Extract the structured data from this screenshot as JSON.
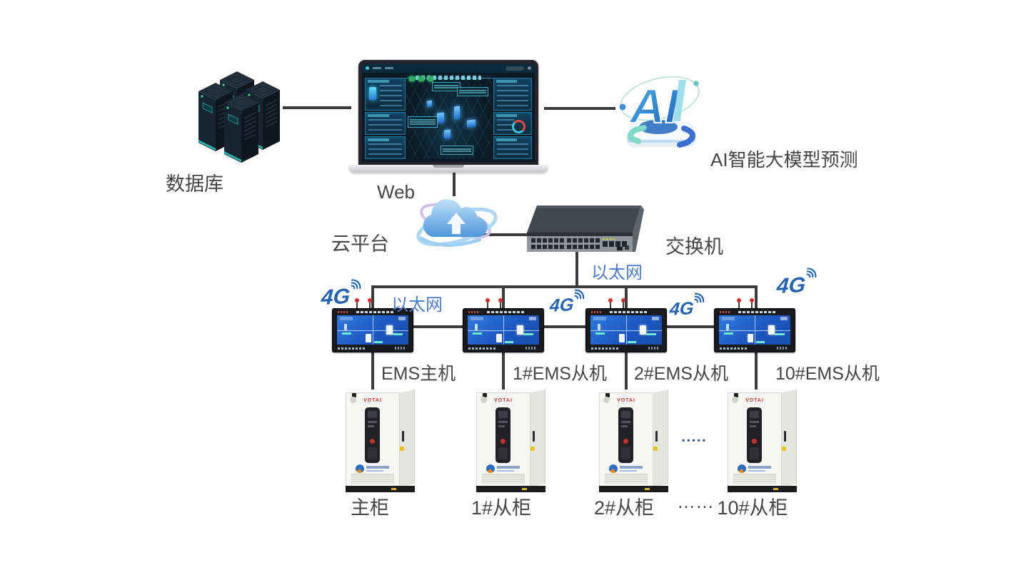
{
  "labels": {
    "database": "数据库",
    "web": "Web",
    "cloud_platform": "云平台",
    "switch": "交换机",
    "ethernet_switch": "以太网",
    "ethernet_bus": "以太网",
    "ai_prediction": "AI智能大模型预测",
    "ai_logo": "AI",
    "g4": "4G",
    "ellipsis_cabinets_mid": "•••••",
    "ellipsis_cabinet_labels": "……"
  },
  "ems_units": [
    {
      "label": "EMS主机"
    },
    {
      "label": "1#EMS从机"
    },
    {
      "label": "2#EMS从机"
    },
    {
      "label": "10#EMS从机"
    }
  ],
  "cabinets": [
    {
      "label": "主柜",
      "brand": "VOTAI"
    },
    {
      "label": "1#从柜",
      "brand": "VOTAI"
    },
    {
      "label": "2#从柜",
      "brand": "VOTAI"
    },
    {
      "label": "10#从柜",
      "brand": "VOTAI"
    }
  ],
  "colors": {
    "line": "#3b3b3b",
    "label_gray": "#454545",
    "ethernet_blue": "#4f7dc8",
    "g4_blue": "#2563ae",
    "ems_screen_blue": "#2166d0",
    "cabinet_brand_red": "#d3372b",
    "switch_gray": "#43474e"
  }
}
